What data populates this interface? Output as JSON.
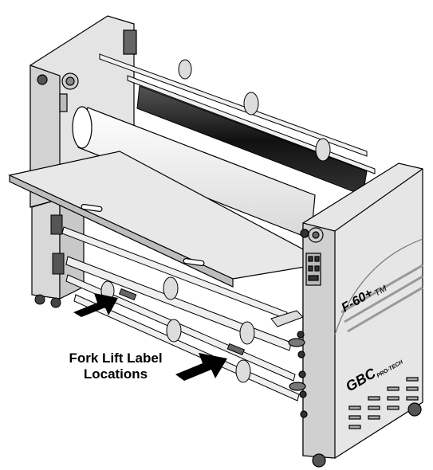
{
  "callout": {
    "line1": "Fork Lift Label",
    "line2": "Locations"
  },
  "machine": {
    "model": "F-60+",
    "trademark": "TM",
    "brand": "GBC",
    "brand_sub": "PRO-TECH"
  },
  "colors": {
    "outline": "#000000",
    "body": "#e4e4e4",
    "shadow": "#9a9a9a",
    "roller_dark": "#1a1a1a",
    "arrow": "#000000"
  }
}
